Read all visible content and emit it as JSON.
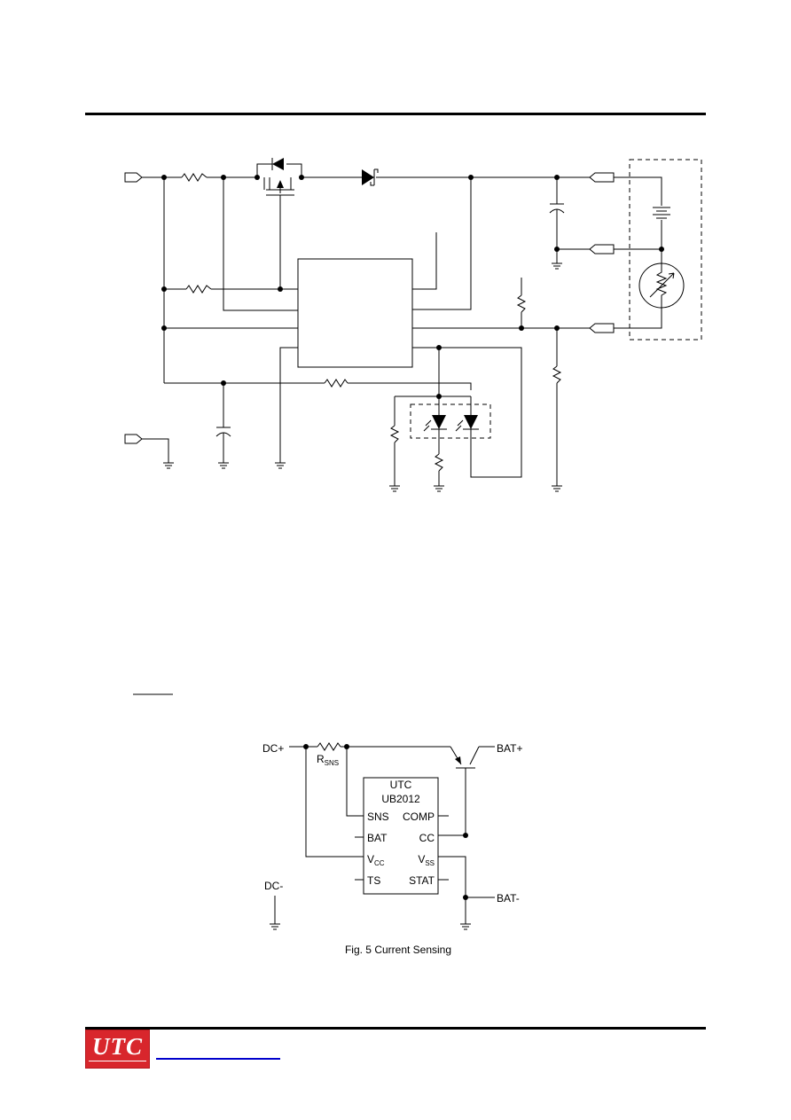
{
  "fig5": {
    "dc_plus": "DC+",
    "dc_minus": "DC-",
    "rsns_main": "R",
    "rsns_sub": "SNS",
    "bat_plus": "BAT+",
    "bat_minus": "BAT-",
    "chip_line1": "UTC",
    "chip_line2": "UB2012",
    "pins": {
      "sns": "SNS",
      "comp": "COMP",
      "bat": "BAT",
      "cc": "CC",
      "vcc_main": "V",
      "vcc_sub": "CC",
      "vss_main": "V",
      "vss_sub": "SS",
      "ts": "TS",
      "stat": "STAT"
    },
    "caption": "Fig. 5 Current Sensing"
  },
  "footer": {
    "logo_text": "UTC"
  },
  "colors": {
    "logo_red": "#d8262c",
    "link_blue": "#0000cc"
  }
}
